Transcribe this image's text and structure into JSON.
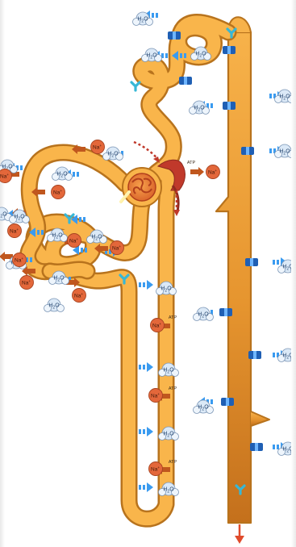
{
  "labels": {
    "water": "H2O",
    "water_main": "H",
    "water_sub": "2",
    "water_tail": "O",
    "sodium": "Na",
    "sodium_sup": "+",
    "atp": "ATP"
  },
  "colors": {
    "tubule_fill": "#f9b54b",
    "tubule_edge": "#b8731d",
    "duct_top": "#f7b24a",
    "duct_bottom": "#c4701c",
    "sodium_fill": "#e3673a",
    "sodium_arrow": "#c0571e",
    "water_arrow": "#3a9bf0",
    "aquaporin": "#37b7d6",
    "channel": "#1f5fb4",
    "blood_red": "#c0392b"
  },
  "icons": [
    "water-molecule-icon",
    "sodium-ion-icon",
    "aquaporin-icon",
    "channel-icon",
    "water-arrow-icon",
    "sodium-arrow-icon",
    "glomerulus-icon",
    "urine-out-arrow-icon"
  ]
}
